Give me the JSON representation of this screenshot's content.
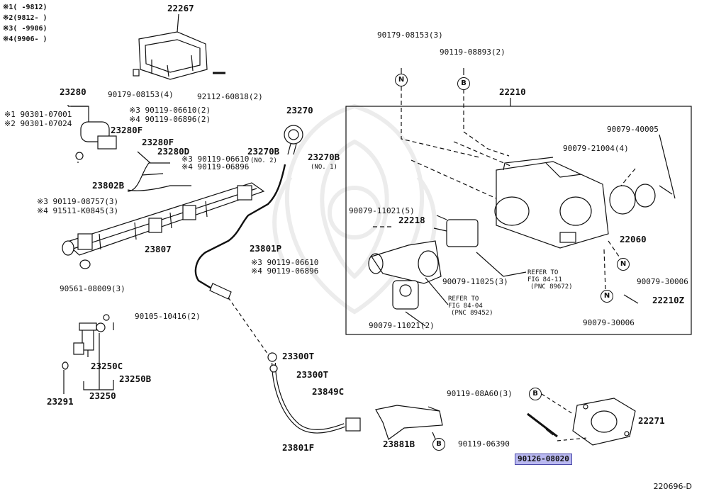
{
  "notes": [
    "※1(    -9812)",
    "※2(9812-    )",
    "※3(    -9906)",
    "※4(9906-    )"
  ],
  "callouts": {
    "n": "N",
    "b": "B"
  },
  "labels": {
    "p22267": "22267",
    "p90179_08153_4": "90179-08153(4)",
    "p92112": "92112-60818(2)",
    "p23280": "23280",
    "p90301_07001": "※1 90301-07001",
    "p90301_07024": "※2 90301-07024",
    "p90119_06610_2": "※3 90119-06610(2)",
    "p90119_06896_2": "※4 90119-06896(2)",
    "p23280F_a": "23280F",
    "p23280F_b": "23280F",
    "p23280D": "23280D",
    "p90119_06610b": "※3 90119-06610",
    "p90119_06896b": "※4 90119-06896",
    "p23802B": "23802B",
    "p90119_08757": "※3  90119-08757(3)",
    "p91511": "※4  91511-K0845(3)",
    "p23807": "23807",
    "p90561": "90561-08009(3)",
    "p90105": "90105-10416(2)",
    "p23250C": "23250C",
    "p23250B": "23250B",
    "p23250": "23250",
    "p23291": "23291",
    "p23270": "23270",
    "p23270B_2": "23270B",
    "p23270B_2n": "(NO. 2)",
    "p23270B_1": "23270B",
    "p23270B_1n": "(NO. 1)",
    "p23801P": "23801P",
    "p90119_06610c": "※3 90119-06610",
    "p90119_06896c": "※4 90119-06896",
    "p23300T_a": "23300T",
    "p23300T_b": "23300T",
    "p23849C": "23849C",
    "p23801F": "23801F",
    "p23881B": "23881B",
    "p90119_06390": "90119-06390",
    "p90126_08020": "90126-08020",
    "p90119_08A60": "90119-08A60(3)",
    "p22271": "22271",
    "p90179_08153_3": "90179-08153(3)",
    "p90119_08893": "90119-08893(2)",
    "p22210": "22210",
    "p90079_40005": "90079-40005",
    "p90079_21004": "90079-21004(4)",
    "p22060": "22060",
    "p90079_11021_5": "90079-11021(5)",
    "p22218": "22218",
    "p90079_11025": "90079-11025(3)",
    "ref_84_11_a": "REFER TO",
    "ref_84_11_b": "FIG 84-11",
    "ref_84_11_c": "(PNC 89672)",
    "ref_84_04_a": "REFER TO",
    "ref_84_04_b": "FIG 84-04",
    "ref_84_04_c": "(PNC 89452)",
    "p90079_11021_2": "90079-11021(2)",
    "p90079_30006_a": "90079-30006",
    "p90079_30006_b": "90079-30006",
    "p22210Z": "22210Z"
  },
  "footer": "220696-D"
}
